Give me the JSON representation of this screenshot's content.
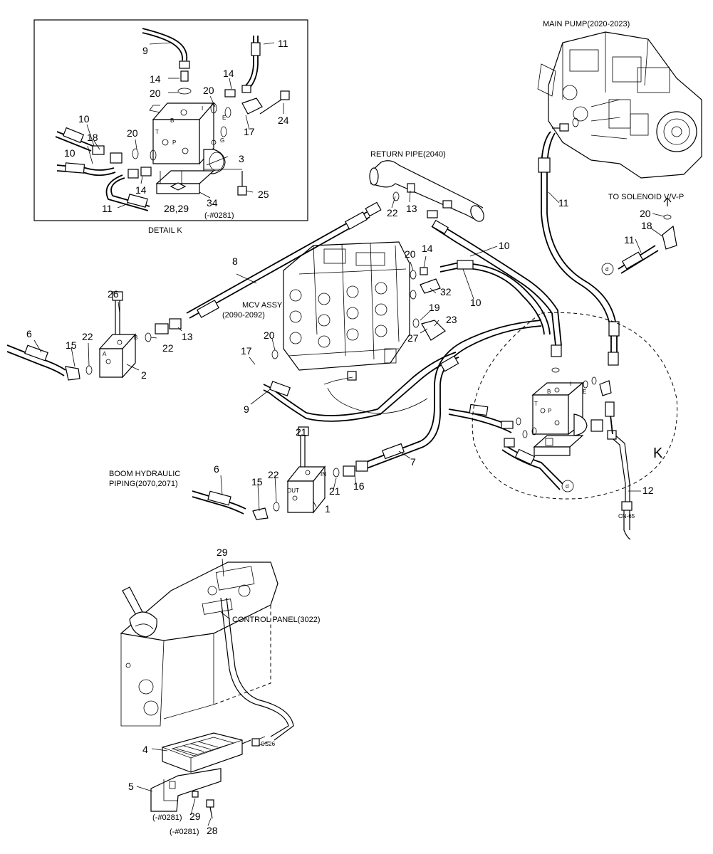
{
  "labels": {
    "main_pump": "MAIN PUMP(2020-2023)",
    "return_pipe": "RETURN PIPE(2040)",
    "to_solenoid": "TO SOLENOID V/V-P",
    "mcv_1": "MCV ASSY",
    "mcv_2": "(2090-2092)",
    "boom_1": "BOOM HYDRAULIC",
    "boom_2": "PIPING(2070,2071)",
    "control_panel": "CONTROL PANEL(3022)",
    "detail_k": "DETAIL K",
    "detail_k_note": "(-#0281)",
    "k_marker": "K",
    "note_29": "(-#0281)",
    "note_28": "(-#0281)",
    "cn65": "CN-65",
    "cs26": "CS26",
    "port_b": "B",
    "port_t": "T",
    "port_p": "P",
    "port_i": "I",
    "port_e": "E",
    "port_g": "G",
    "port_a": "A",
    "port_in": "IN",
    "port_out": "OUT",
    "circle_d": "d"
  },
  "part_numbers": {
    "p1": "1",
    "p2": "2",
    "p3": "3",
    "p4": "4",
    "p5": "5",
    "p6a": "6",
    "p6b": "6",
    "p7": "7",
    "p8": "8",
    "p9a": "9",
    "p9b": "9",
    "p10a": "10",
    "p10b": "10",
    "p10c": "10",
    "p10d": "10",
    "p11a": "11",
    "p11b": "11",
    "p11c": "11",
    "p11d": "11",
    "p12": "12",
    "p13a": "13",
    "p13b": "13",
    "p14a": "14",
    "p14b": "14",
    "p14c": "14",
    "p14d": "14",
    "p15a": "15",
    "p15b": "15",
    "p16": "16",
    "p17a": "17",
    "p17b": "17",
    "p18a": "18",
    "p18b": "18",
    "p19": "19",
    "p20a": "20",
    "p20b": "20",
    "p20c": "20",
    "p20d": "20",
    "p20e": "20",
    "p20f": "20",
    "p21a": "21",
    "p21b": "21",
    "p22a": "22",
    "p22b": "22",
    "p22c": "22",
    "p22d": "22",
    "p23": "23",
    "p24": "24",
    "p25": "25",
    "p26": "26",
    "p27": "27",
    "p28": "28",
    "p2829": "28,29",
    "p29a": "29",
    "p29b": "29",
    "p32": "32",
    "p34": "34"
  }
}
